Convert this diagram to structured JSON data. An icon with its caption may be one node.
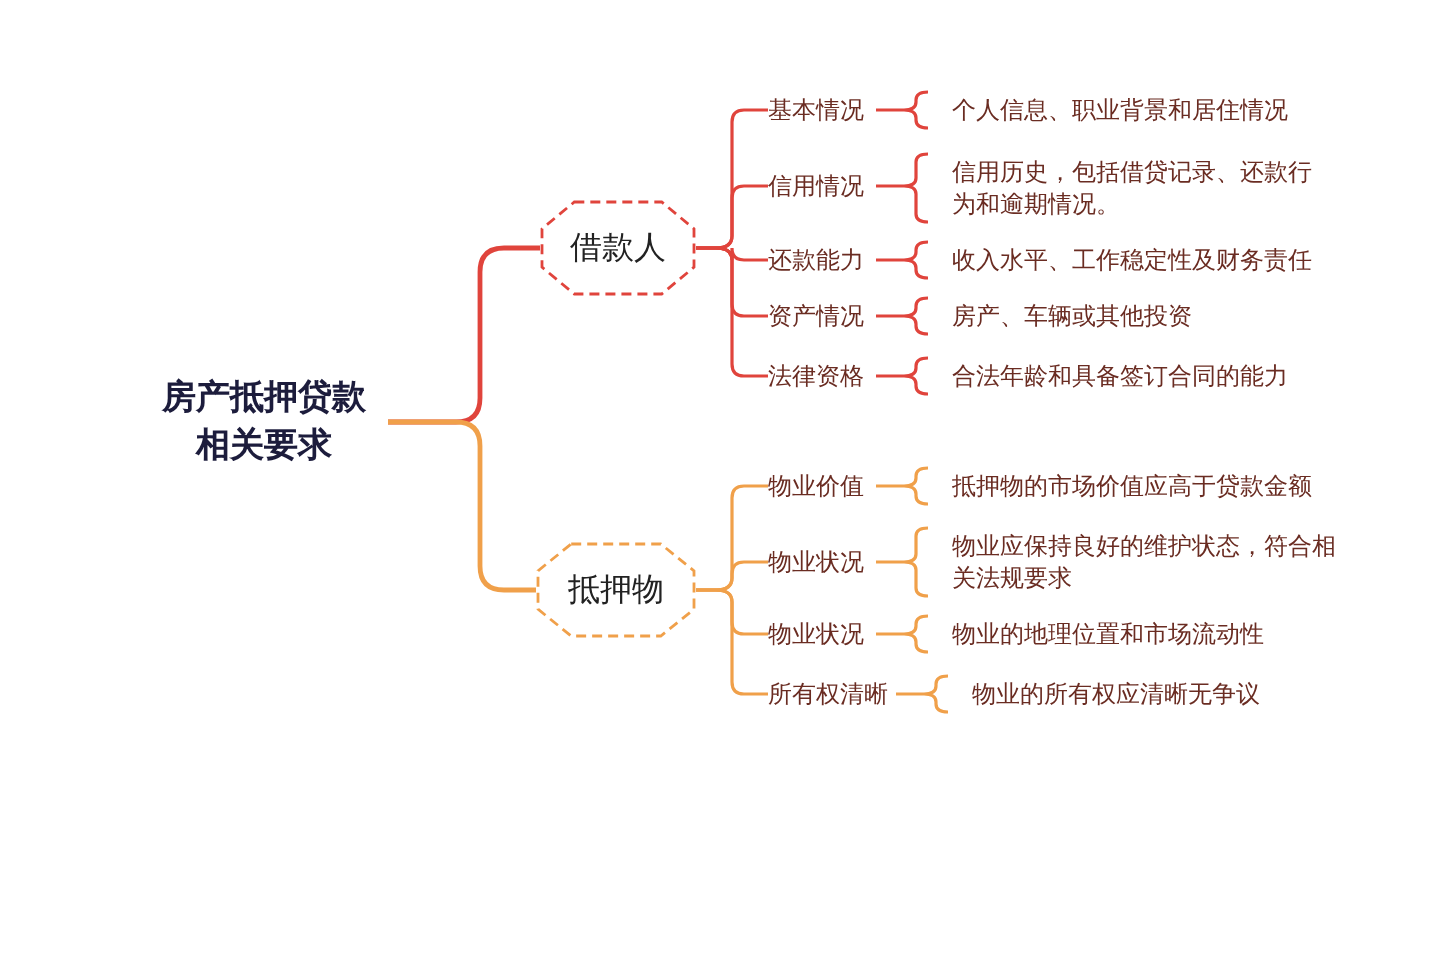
{
  "diagram": {
    "nodes": [
      {
        "text": [
          "房产抵押贷款相关要求"
        ]
      },
      {
        "text": [
          "借款人"
        ]
      },
      {
        "text": [
          "基本情况"
        ]
      },
      {
        "text": [
          "信用情况"
        ]
      },
      {
        "text": [
          "还款能力"
        ]
      },
      {
        "text": [
          "资产情况"
        ]
      },
      {
        "text": [
          "法律资格"
        ]
      },
      {
        "text": [
          "个人信息、职业背景和居住情况"
        ]
      },
      {
        "text": [
          "信用历史，包括借贷记录、还款行为和逾期情况。"
        ]
      },
      {
        "text": [
          "收入水平、工作稳定性及财务责任"
        ]
      },
      {
        "text": [
          "房产、车辆或其他投资"
        ]
      },
      {
        "text": [
          "合法年龄和具备签订合同的能力"
        ]
      },
      {
        "text": [
          "抵押物"
        ]
      },
      {
        "text": [
          "物业价值"
        ]
      },
      {
        "text": [
          "物业状况"
        ]
      },
      {
        "text": [
          "物业状况"
        ]
      },
      {
        "text": [
          "所有权清晰"
        ]
      },
      {
        "text": [
          "抵押物的市场价值应高于贷款金额"
        ]
      },
      {
        "text": [
          "物业应保持良好的维护状态，符合相关法规要求"
        ]
      },
      {
        "text": [
          "物业的地理位置和市场流动性"
        ]
      },
      {
        "text": [
          "物业的所有权应清晰无争议"
        ]
      }
    ],
    "edges": [
      {
        "from": 0,
        "to": 1,
        "arrow": "none"
      },
      {
        "from": 0,
        "to": 12,
        "arrow": "none",
        "color": "#f0a04a"
      },
      {
        "from": 1,
        "to": 2,
        "arrow": "none"
      },
      {
        "from": 1,
        "to": 3,
        "arrow": "none"
      },
      {
        "from": 1,
        "to": 4,
        "arrow": "none"
      },
      {
        "from": 1,
        "to": 5,
        "arrow": "none"
      },
      {
        "from": 1,
        "to": 6,
        "arrow": "none"
      },
      {
        "from": 2,
        "to": 7,
        "arrow": "none"
      },
      {
        "from": 3,
        "to": 8,
        "arrow": "none"
      },
      {
        "from": 4,
        "to": 9,
        "arrow": "none"
      },
      {
        "from": 5,
        "to": 10,
        "arrow": "none"
      },
      {
        "from": 6,
        "to": 11,
        "arrow": "none"
      },
      {
        "from": 12,
        "to": 13,
        "arrow": "none",
        "color": "#f0a04a"
      },
      {
        "from": 12,
        "to": 14,
        "arrow": "none",
        "color": "#f0a04a"
      },
      {
        "from": 12,
        "to": 15,
        "arrow": "none",
        "color": "#f0a04a"
      },
      {
        "from": 12,
        "to": 16,
        "arrow": "none",
        "color": "#f0a04a"
      },
      {
        "from": 13,
        "to": 17,
        "arrow": "none",
        "color": "#f0a04a"
      },
      {
        "from": 14,
        "to": 18,
        "arrow": "none",
        "color": "#f0a04a"
      },
      {
        "from": 15,
        "to": 19,
        "arrow": "none",
        "color": "#f0a04a"
      },
      {
        "from": 16,
        "to": 20,
        "arrow": "none",
        "color": "#f0a04a"
      }
    ]
  }
}
